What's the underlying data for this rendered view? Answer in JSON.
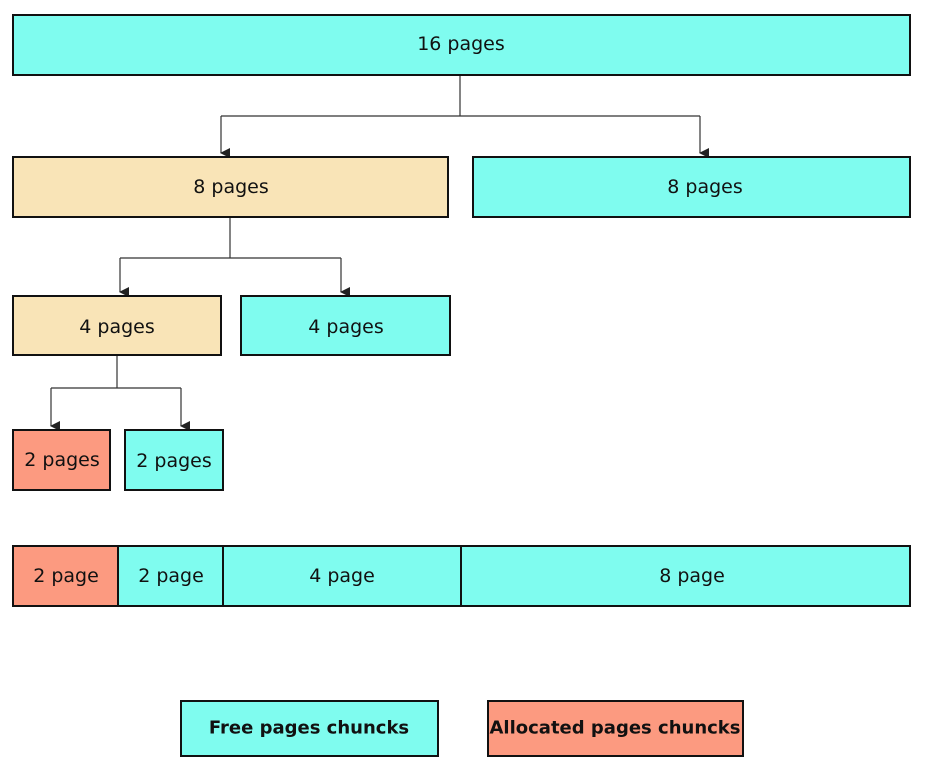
{
  "colors": {
    "free": "#7ffcef",
    "split": "#f9e4b7",
    "allocated": "#fc9a80",
    "border": "#111111"
  },
  "tree": {
    "root": {
      "label": "16 pages",
      "state": "split-free"
    },
    "level8_left": {
      "label": "8 pages",
      "state": "split"
    },
    "level8_right": {
      "label": "8 pages",
      "state": "free"
    },
    "level4_left": {
      "label": "4 pages",
      "state": "split"
    },
    "level4_right": {
      "label": "4 pages",
      "state": "free"
    },
    "level2_left": {
      "label": "2 pages",
      "state": "allocated"
    },
    "level2_right": {
      "label": "2 pages",
      "state": "free"
    }
  },
  "memory_bar": {
    "segments": [
      {
        "label": "2 page",
        "state": "allocated"
      },
      {
        "label": "2 page",
        "state": "free"
      },
      {
        "label": "4 page",
        "state": "free"
      },
      {
        "label": "8 page",
        "state": "free"
      }
    ]
  },
  "legend": {
    "free_label": "Free pages chuncks",
    "allocated_label": "Allocated pages chuncks"
  }
}
